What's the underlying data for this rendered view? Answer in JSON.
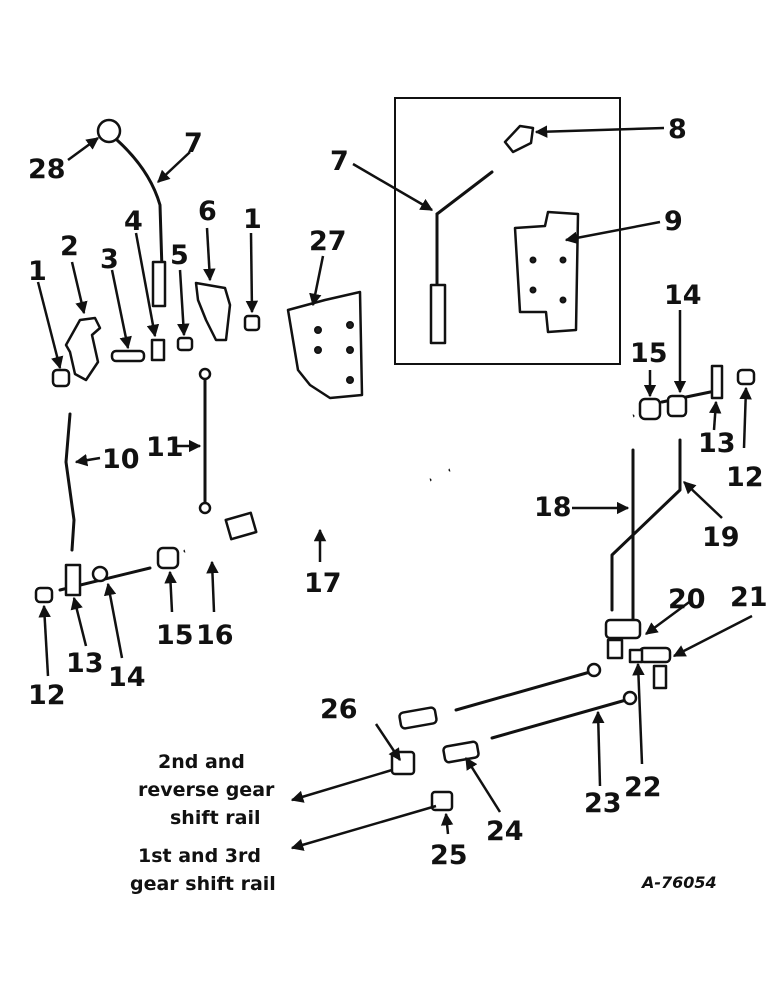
{
  "diagram": {
    "figure_id": "A-76054",
    "callouts": {
      "c1a": "1",
      "c1b": "1",
      "c2": "2",
      "c3": "3",
      "c4": "4",
      "c5": "5",
      "c6": "6",
      "c7a": "7",
      "c7b": "7",
      "c8": "8",
      "c9": "9",
      "c10": "10",
      "c11": "11",
      "c12a": "12",
      "c12b": "12",
      "c13a": "13",
      "c13b": "13",
      "c14a": "14",
      "c14b": "14",
      "c15a": "15",
      "c15b": "15",
      "c16": "16",
      "c17": "17",
      "c18": "18",
      "c19": "19",
      "c20": "20",
      "c21": "21",
      "c22": "22",
      "c23": "23",
      "c24": "24",
      "c25": "25",
      "c26": "26",
      "c27": "27",
      "c28": "28"
    },
    "captions": {
      "rail_2nd_line1": "2nd and",
      "rail_2nd_line2": "reverse gear",
      "rail_2nd_line3": "shift rail",
      "rail_1st_line1": "1st and 3rd",
      "rail_1st_line2": "gear shift rail"
    }
  }
}
